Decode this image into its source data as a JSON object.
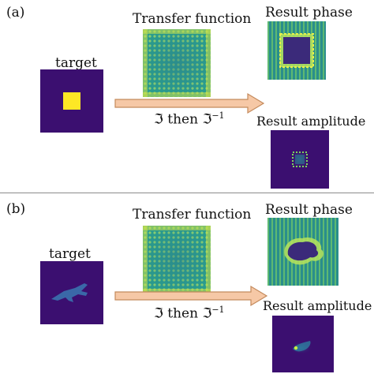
{
  "panels": [
    {
      "label": "(a)",
      "target_label": "target",
      "transfer_label": "Transfer function",
      "phase_label": "Result phase",
      "amplitude_label": "Result amplitude",
      "op_symbol": "ℑ",
      "op_then": "then",
      "op_inverse": "ℑ",
      "op_sup": "−1"
    },
    {
      "label": "(b)",
      "target_label": "target",
      "transfer_label": "Transfer function",
      "phase_label": "Result phase",
      "amplitude_label": "Result amplitude",
      "op_symbol": "ℑ",
      "op_then": "then",
      "op_inverse": "ℑ",
      "op_sup": "−1"
    }
  ],
  "colors": {
    "background_dark": "#3b0f70",
    "target_yellow": "#fde725",
    "teal": "#21918c",
    "green": "#5ec962",
    "arrow_fill": "#f6c8a6",
    "arrow_stroke": "#c48a5c",
    "divider": "#8a8a8a"
  }
}
